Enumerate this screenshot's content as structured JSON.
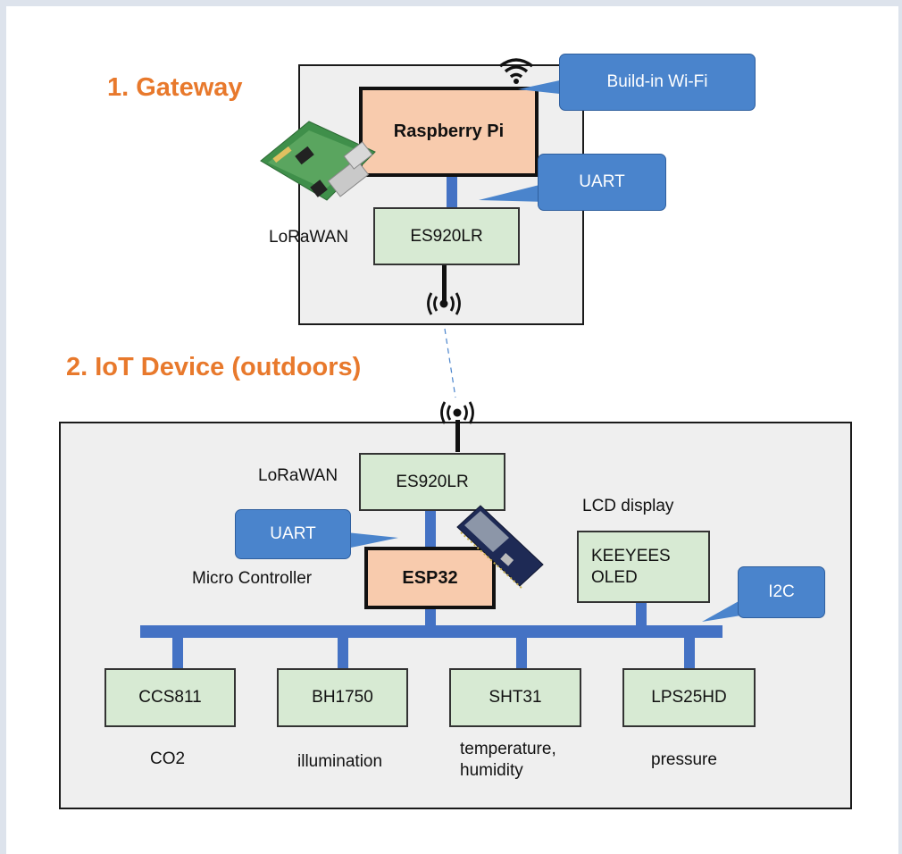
{
  "sections": {
    "gateway_title": "1. Gateway",
    "device_title": "2. IoT Device (outdoors)"
  },
  "gateway": {
    "raspberry_pi": "Raspberry Pi",
    "es920lr": "ES920LR",
    "lorawan_label": "LoRaWAN",
    "wifi_callout": "Build-in Wi-Fi",
    "uart_callout": "UART"
  },
  "device": {
    "es920lr": "ES920LR",
    "lorawan_label": "LoRaWAN",
    "uart_callout": "UART",
    "mcu_label": "Micro Controller",
    "esp32": "ESP32",
    "lcd_label": "LCD display",
    "oled_line1": "KEEYEES",
    "oled_line2": "OLED",
    "i2c_callout": "I2C",
    "sensors": [
      {
        "name": "CCS811",
        "desc": "CO2"
      },
      {
        "name": "BH1750",
        "desc": "illumination"
      },
      {
        "name": "SHT31",
        "desc": "temperature,\nhumidity"
      },
      {
        "name": "LPS25HD",
        "desc": "pressure"
      }
    ]
  },
  "colors": {
    "title_orange": "#e8792c",
    "bus_blue": "#4472c4",
    "callout_blue": "#4a84cc",
    "module_green": "#d7ead3",
    "mcu_salmon": "#f8cbad"
  },
  "icons": [
    "wifi-icon",
    "antenna-icon",
    "raspberry-pi-board-icon",
    "esp32-board-icon"
  ]
}
